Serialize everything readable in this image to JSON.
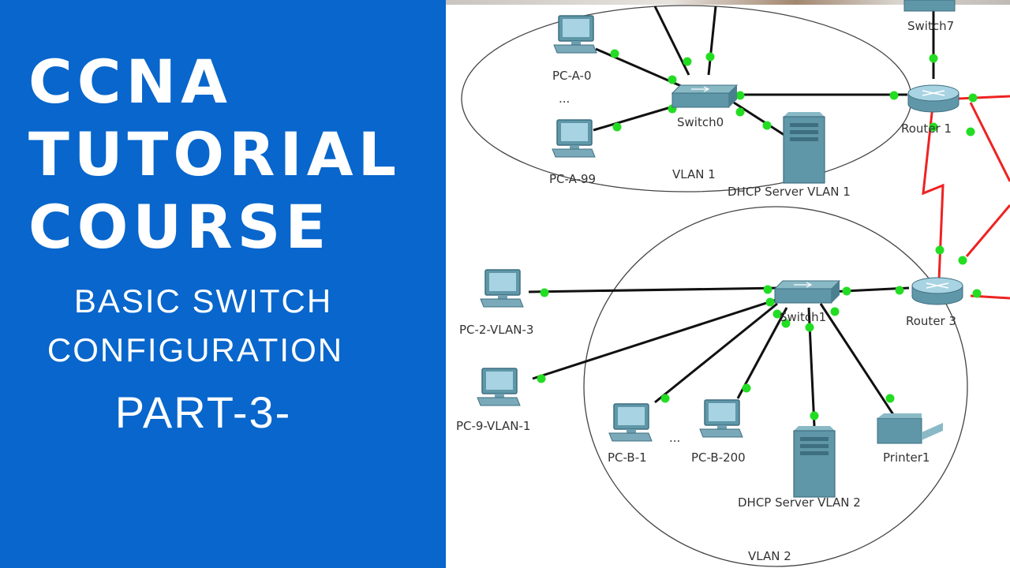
{
  "banner": {
    "title_lines": [
      "CCNA",
      "TUTORIAL",
      "COURSE"
    ],
    "subtitle_1": "BASIC SWITCH",
    "subtitle_2": "CONFIGURATION",
    "part": "PART-3-",
    "bg_color": "#0866cc",
    "text_color": "#ffffff"
  },
  "diagram": {
    "link_color": "#111111",
    "wan_link_color": "#ee2222",
    "port_color": "#22dd22",
    "device_color": "#5f97a8",
    "vlan1": {
      "label": "VLAN 1",
      "pc_a0": "PC-A-0",
      "pc_a99": "PC-A-99",
      "ellipsis": "...",
      "switch0": "Switch0",
      "dhcp": "DHCP Server VLAN 1"
    },
    "vlan2": {
      "label": "VLAN 2",
      "switch1": "Switch1",
      "pc_b1": "PC-B-1",
      "pc_b200": "PC-B-200",
      "ellipsis": "...",
      "dhcp": "DHCP Server VLAN 2",
      "printer": "Printer1"
    },
    "external": {
      "pc_2_vlan_3": "PC-2-VLAN-3",
      "pc_9_vlan_1": "PC-9-VLAN-1",
      "router1": "Router 1",
      "router3": "Router 3",
      "switch7": "Switch7"
    }
  }
}
